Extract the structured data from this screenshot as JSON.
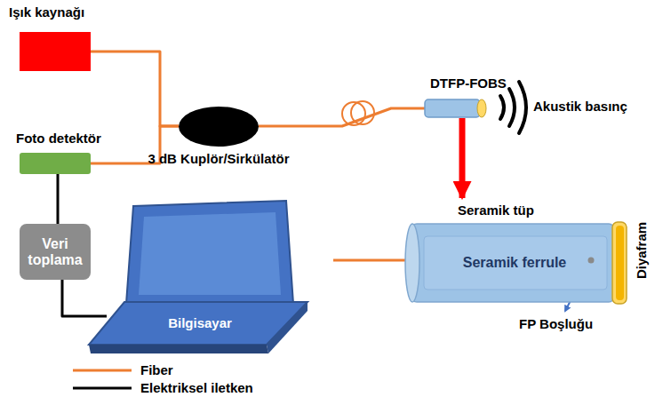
{
  "diagram": {
    "nodes": [
      {
        "text": [
          "Işık kaynağı"
        ]
      },
      {
        "text": [
          "Foto detektör"
        ]
      },
      {
        "text": [
          "Veri toplama"
        ]
      },
      {
        "text": [
          "Bilgisayar"
        ]
      },
      {
        "text": [
          "3 dB Kuplör/Sirkülatör"
        ]
      },
      {
        "text": [
          "DTFP-FOBS"
        ]
      },
      {
        "text": [
          "Seramik tüp"
        ]
      },
      {
        "text": [
          "Seramik ferrule"
        ],
        "in": 6
      }
    ],
    "edges": [
      {
        "from": 0,
        "to": 4,
        "arrow": "none"
      },
      {
        "from": 1,
        "to": 4,
        "arrow": "none"
      },
      {
        "from": 4,
        "to": 5,
        "arrow": "none"
      },
      {
        "from": 1,
        "to": 2,
        "arrow": "none"
      },
      {
        "from": 2,
        "to": 3,
        "arrow": "none"
      },
      {
        "from": 5,
        "to": 6,
        "arrow": "to"
      }
    ],
    "labels": [
      "Akustik basınç",
      "Diyafram",
      "FP Boşluğu"
    ],
    "legend": [
      {
        "text": "Fiber"
      },
      {
        "text": "Elektriksel iletken"
      }
    ]
  }
}
